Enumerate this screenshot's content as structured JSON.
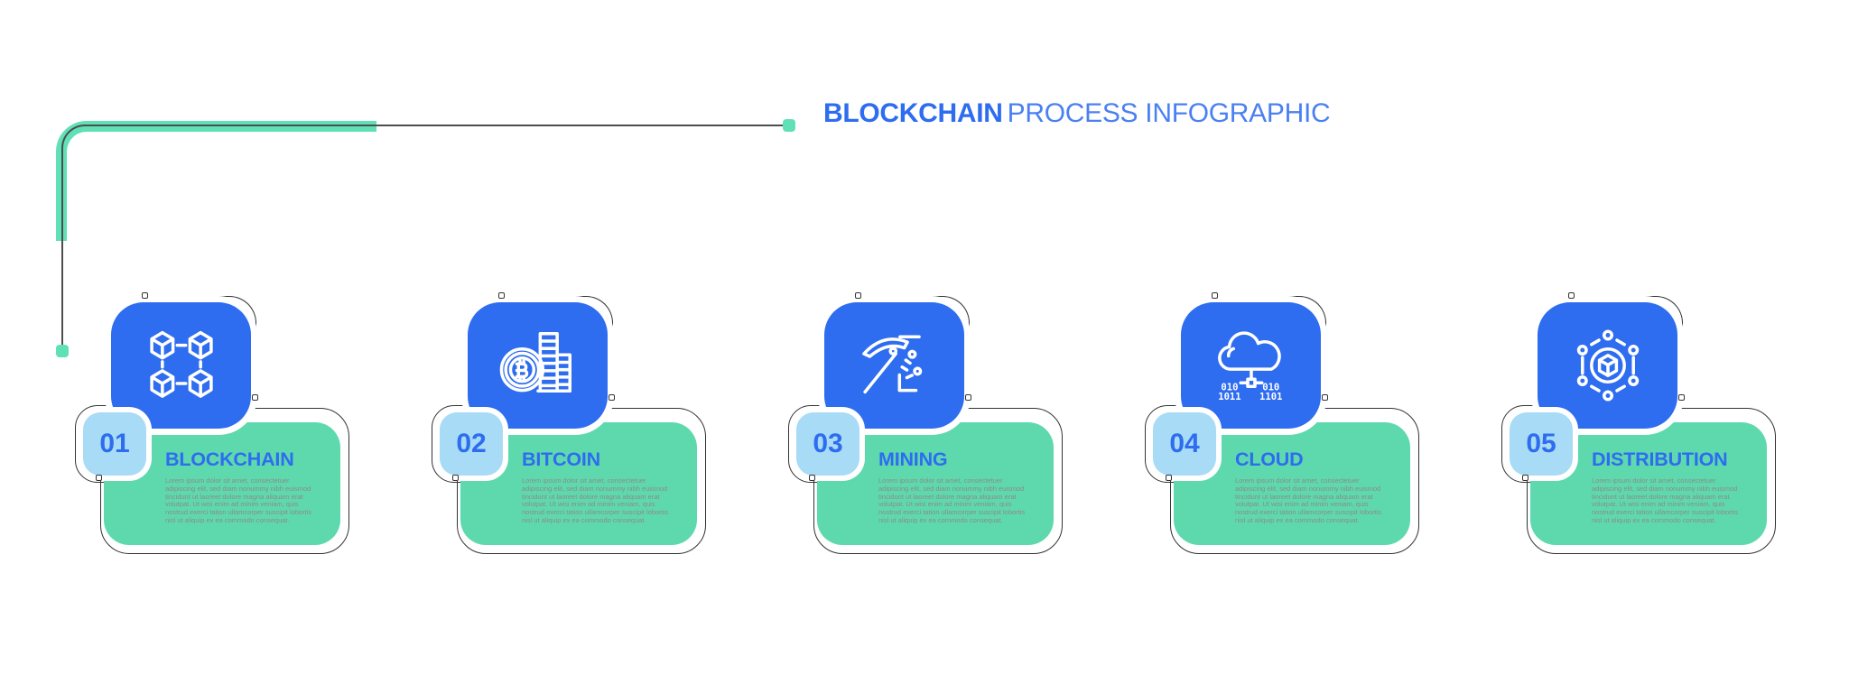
{
  "header": {
    "title_bold": "BLOCKCHAIN",
    "title_light": "PROCESS INFOGRAPHIC"
  },
  "colors": {
    "accent_blue": "#2e6cf0",
    "light_blue_badge": "#a8dbf5",
    "card_green": "#5ed9ae",
    "connector_green": "#5fe0b6",
    "body_gray": "#8b8b8b",
    "outline_dark": "#333333"
  },
  "steps": [
    {
      "number": "01",
      "title": "BLOCKCHAIN",
      "icon": "blockchain-cubes-icon",
      "description": "Lorem ipsum dolor sit amet, consectetuer adipiscing elit, sed diam nonummy nibh euismod tincidunt ut laoreet dolore magna aliquam erat volutpat. Ut wisi enim ad minim veniam, quis nostrud exerci tation ullamcorper suscipit lobortis nisl ut aliquip ex ea commodo consequat."
    },
    {
      "number": "02",
      "title": "BITCOIN",
      "icon": "bitcoin-coins-icon",
      "description": "Lorem ipsum dolor sit amet, consectetuer adipiscing elit, sed diam nonummy nibh euismod tincidunt ut laoreet dolore magna aliquam erat volutpat. Ut wisi enim ad minim veniam, quis nostrud exerci tation ullamcorper suscipit lobortis nisl ut aliquip ex ea commodo consequat."
    },
    {
      "number": "03",
      "title": "MINING",
      "icon": "mining-pickaxe-icon",
      "description": "Lorem ipsum dolor sit amet, consectetuer adipiscing elit, sed diam nonummy nibh euismod tincidunt ut laoreet dolore magna aliquam erat volutpat. Ut wisi enim ad minim veniam, quis nostrud exerci tation ullamcorper suscipit lobortis nisl ut aliquip ex ea commodo consequat."
    },
    {
      "number": "04",
      "title": "CLOUD",
      "icon": "cloud-binary-icon",
      "description": "Lorem ipsum dolor sit amet, consectetuer adipiscing elit, sed diam nonummy nibh euismod tincidunt ut laoreet dolore magna aliquam erat volutpat. Ut wisi enim ad minim veniam, quis nostrud exerci tation ullamcorper suscipit lobortis nisl ut aliquip ex ea commodo consequat."
    },
    {
      "number": "05",
      "title": "DISTRIBUTION",
      "icon": "distribution-network-icon",
      "description": "Lorem ipsum dolor sit amet, consectetuer adipiscing elit, sed diam nonummy nibh euismod tincidunt ut laoreet dolore magna aliquam erat volutpat. Ut wisi enim ad minim veniam, quis nostrud exerci tation ullamcorper suscipit lobortis nisl ut aliquip ex ea commodo consequat."
    }
  ]
}
